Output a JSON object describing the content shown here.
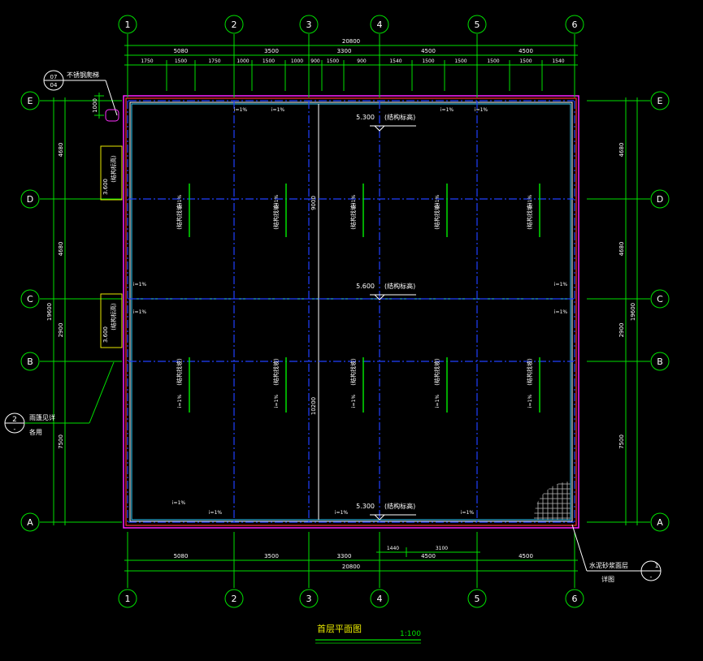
{
  "title": "首层平面图",
  "scale": "1:100",
  "grid_cols": [
    "1",
    "2",
    "3",
    "4",
    "5",
    "6"
  ],
  "grid_rows": [
    "E",
    "D",
    "C",
    "B",
    "A"
  ],
  "dims_top_row1": [
    "5080",
    "3500",
    "3300",
    "4500",
    "4500"
  ],
  "dims_top_total": "20800",
  "dims_top_row2": [
    "1750",
    "1500",
    "1750",
    "1000",
    "1500",
    "1000",
    "900",
    "1500",
    "900",
    "1540",
    "1500",
    "1500",
    "1500",
    "1500",
    "1540"
  ],
  "dims_bottom_row1": [
    "5080",
    "3500",
    "3300",
    "4500",
    "4500"
  ],
  "dims_bottom_total": "20800",
  "dims_bottom_extra": [
    "1440",
    "3100"
  ],
  "dims_left": [
    "4680",
    "4680",
    "2900",
    "7500"
  ],
  "dims_left_total": "19600",
  "dims_left_small": "1000",
  "dims_right": [
    "4680",
    "4680",
    "2900",
    "7500"
  ],
  "dims_right_total": "19600",
  "elev_labels": [
    {
      "value": "5.300",
      "text": "(结构标高)"
    },
    {
      "value": "5.600",
      "text": "(结构标高)"
    },
    {
      "value": "5.300",
      "text": "(结构标高)"
    }
  ],
  "side_tags": [
    {
      "value": "3.600",
      "text": "(结构标高)"
    },
    {
      "value": "3.600",
      "text": "(结构标高)"
    }
  ],
  "slope_label": "i=1%",
  "beam_label": "(结构找坡)",
  "mid_dims": [
    "9000",
    "10200"
  ],
  "callout_top": {
    "num": "07",
    "sub": "04",
    "text": "不锈钢爬梯"
  },
  "callout_left": {
    "num": "2",
    "sub": "-",
    "text1": "雨篷见详",
    "text2": "各用"
  },
  "callout_right": {
    "num": "1",
    "sub": "-",
    "text1": "水泥砂浆面层",
    "text2": "详图"
  }
}
